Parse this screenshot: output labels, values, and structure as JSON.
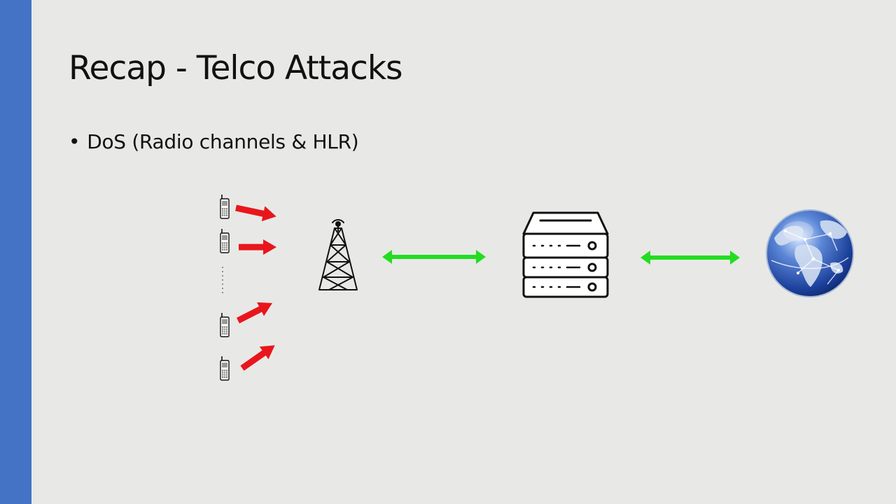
{
  "slide": {
    "title": "Recap - Telco Attacks",
    "bullet_marker": "•",
    "bullets": [
      "DoS (Radio channels & HLR)"
    ]
  },
  "colors": {
    "side_bar": "#4472c4",
    "background": "#e8e9e6",
    "attack_arrow": "#e8161c",
    "link_arrow": "#22dd22"
  },
  "diagram": {
    "nodes": [
      {
        "name": "mobile-phones",
        "icon": "phone-icon",
        "count_shown": 4
      },
      {
        "name": "cell-tower",
        "icon": "cell-tower-icon"
      },
      {
        "name": "hlr-server",
        "icon": "server-icon"
      },
      {
        "name": "internet",
        "icon": "globe-icon"
      }
    ],
    "connections": [
      {
        "from": "mobile-phones",
        "to": "cell-tower",
        "style": "attack",
        "direction": "one-way"
      },
      {
        "from": "cell-tower",
        "to": "hlr-server",
        "style": "link",
        "direction": "two-way"
      },
      {
        "from": "hlr-server",
        "to": "internet",
        "style": "link",
        "direction": "two-way"
      }
    ]
  }
}
